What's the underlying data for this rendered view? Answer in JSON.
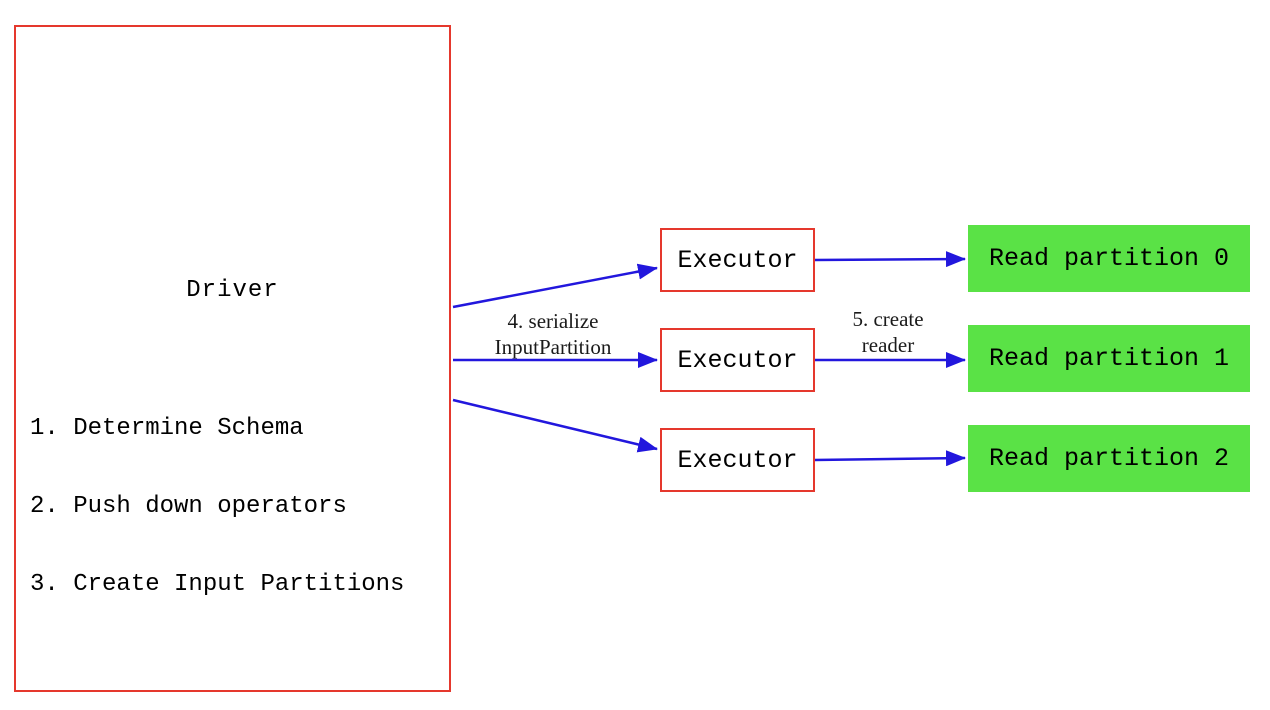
{
  "diagram": {
    "driver": {
      "title": "Driver",
      "steps": [
        "1. Determine Schema",
        "2. Push down operators",
        "3. Create Input Partitions"
      ]
    },
    "executors": [
      {
        "label": "Executor"
      },
      {
        "label": "Executor"
      },
      {
        "label": "Executor"
      }
    ],
    "read_partitions": [
      {
        "label": "Read partition 0"
      },
      {
        "label": "Read partition 1"
      },
      {
        "label": "Read partition 2"
      }
    ],
    "arrow_labels": {
      "serialize_line1": "4. serialize",
      "serialize_line2": "InputPartition",
      "create_reader_line1": "5. create",
      "create_reader_line2": "reader"
    },
    "colors": {
      "node_border_red": "#e5382d",
      "arrow_blue": "#2217dd",
      "partition_green": "#5ae246",
      "text": "#000000"
    }
  }
}
